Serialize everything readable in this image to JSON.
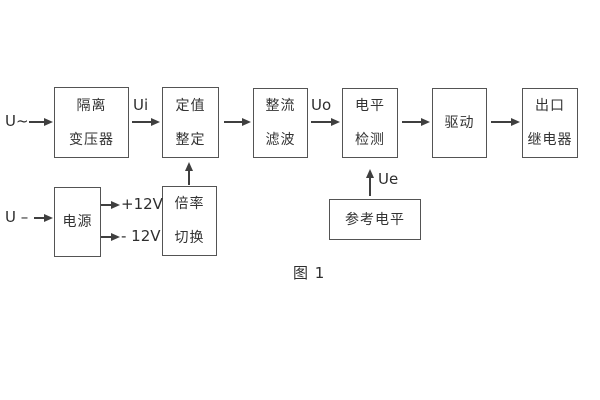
{
  "figure": {
    "caption": "图 1",
    "colors": {
      "line": "#3f3f3f",
      "border": "#545454",
      "text": "#333333",
      "background": "#ffffff"
    },
    "inputs": {
      "ac_label": "U~",
      "dc_label": "U –"
    },
    "signal_labels": {
      "ui": "Ui",
      "uo": "Uo",
      "ue": "Ue",
      "plus_12v": "+12V",
      "minus_12v": "- 12V"
    },
    "blocks": {
      "isolation_transformer": {
        "line1": "隔离",
        "line2": "变压器"
      },
      "setpoint_adjustment": {
        "line1": "定值",
        "line2": "整定"
      },
      "rectifier_filter": {
        "line1": "整流",
        "line2": "滤波"
      },
      "level_detection": {
        "line1": "电平",
        "line2": "检测"
      },
      "driver": {
        "label": "驱动"
      },
      "output_relay": {
        "line1": "出口",
        "line2": "继电器"
      },
      "power_supply": {
        "label": "电源"
      },
      "ratio_switching": {
        "line1": "倍率",
        "line2": "切换"
      },
      "reference_level": {
        "label": "参考电平"
      }
    }
  }
}
